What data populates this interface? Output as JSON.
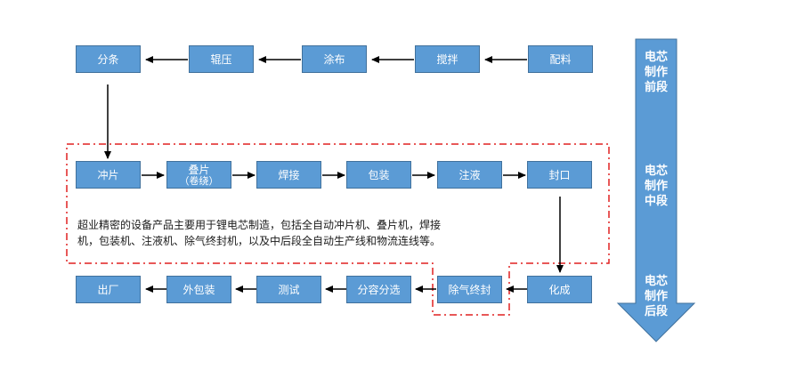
{
  "row1": [
    "分条",
    "辊压",
    "涂布",
    "搅拌",
    "配料"
  ],
  "row2": [
    {
      "label": "冲片"
    },
    {
      "label": "叠片",
      "sub": "（卷绕）"
    },
    {
      "label": "焊接"
    },
    {
      "label": "包装"
    },
    {
      "label": "注液"
    },
    {
      "label": "封口"
    }
  ],
  "row3": [
    "出厂",
    "外包装",
    "测试",
    "分容分选",
    "除气终封",
    "化成"
  ],
  "description": {
    "line1": "超业精密的设备产品主要用于锂电芯制造，包括全自动冲片机、叠片机，焊接",
    "line2": "机，包装机、注液机、除气终封机，以及中后段全自动生产线和物流连线等。"
  },
  "stages": {
    "front": [
      "电芯",
      "制作",
      "前段"
    ],
    "middle": [
      "电芯",
      "制作",
      "中段"
    ],
    "back": [
      "电芯",
      "制作",
      "后段"
    ]
  },
  "colors": {
    "box_fill": "#5b9bd5",
    "box_border": "#41719c",
    "dashed_outline": "#e02020",
    "arrow": "#000000"
  }
}
